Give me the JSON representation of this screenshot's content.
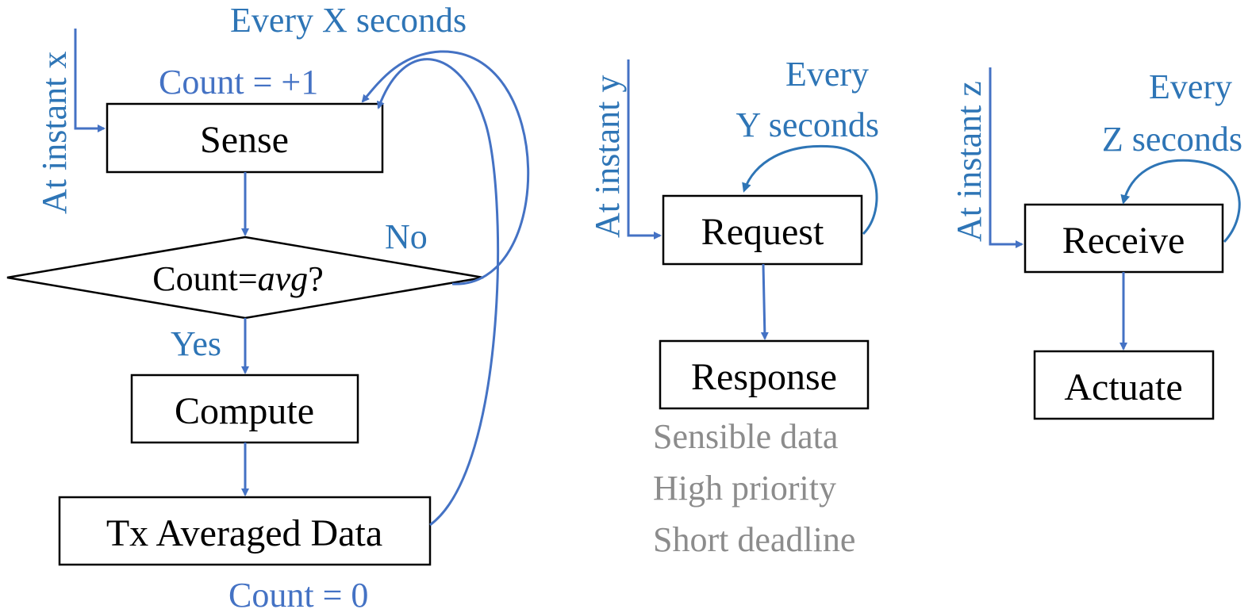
{
  "diagram": {
    "flow_x": {
      "trigger_label": "At instant x",
      "period_label": "Every X seconds",
      "count_increment_label": "Count = +1",
      "sense": "Sense",
      "decision_prefix": "Count=",
      "decision_var": "avg",
      "decision_suffix": "?",
      "no_label": "No",
      "yes_label": "Yes",
      "compute": "Compute",
      "transmit": "Tx Averaged Data",
      "count_reset_label": "Count = 0"
    },
    "flow_y": {
      "trigger_label": "At instant y",
      "period_line1": "Every",
      "period_line2": "Y seconds",
      "request": "Request",
      "response": "Response",
      "notes": [
        "Sensible data",
        "High priority",
        "Short deadline"
      ]
    },
    "flow_z": {
      "trigger_label": "At instant z",
      "period_line1": "Every",
      "period_line2": "Z seconds",
      "receive": "Receive",
      "actuate": "Actuate"
    },
    "colors": {
      "primary_blue": "#4472c4",
      "secondary_blue": "#2e75b6",
      "note_gray": "#8c8c8c",
      "box_stroke": "#000000"
    }
  }
}
